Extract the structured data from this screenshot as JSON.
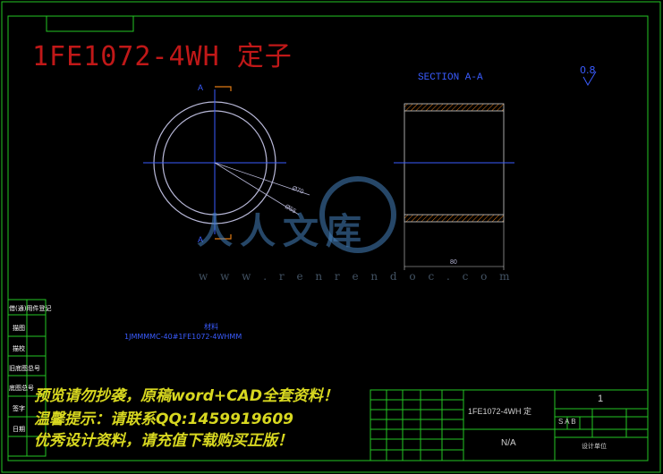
{
  "drawing": {
    "title": "1FE1072-4WH 定子",
    "section_label": "SECTION  A-A",
    "roughness_value": "0.8",
    "section_mark_top": "A",
    "section_mark_bottom": "A",
    "dim_outer": "Ø70",
    "dim_inner": "Ø55",
    "dim_length": "80",
    "material_label": "材料",
    "material_value": "1JMMMMC-40#1FE1072-4WHMM",
    "watermark_text": "人人文库",
    "watermark_url": "w w w . r e n r e n d o c . c o m"
  },
  "promo": {
    "line1": "预览请勿抄袭，原稿word+CAD全套资料！",
    "line2": "温馨提示：请联系QQ:1459919609",
    "line3": "优秀设计资料，请充值下载购买正版！"
  },
  "title_block": {
    "part_name": "1FE1072-4WH 定",
    "sheet_number": "1",
    "scale_row": "S  A  B",
    "material_note": "N/A",
    "company": "设计单位"
  },
  "side_panel": {
    "labels": [
      "借(通)用件登记",
      "描图",
      "描校",
      "旧底图总号",
      "底图总号",
      "签字",
      "日期"
    ]
  },
  "colors": {
    "frame": "#23c623",
    "title": "#c01818",
    "annotation": "#3a5cff",
    "orange": "#e07a14",
    "promo": "#d8d820"
  }
}
